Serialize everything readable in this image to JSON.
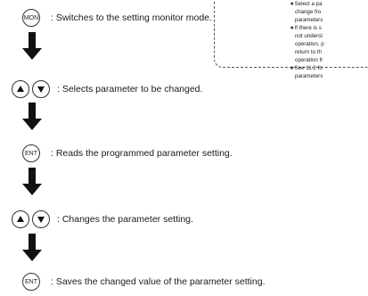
{
  "keys": {
    "mon": "MON",
    "ent_read": "ENT",
    "ent_save": "ENT"
  },
  "steps": {
    "monitor": ": Switches to the setting monitor mode.",
    "select": ": Selects parameter to be changed.",
    "read": ": Reads the programmed parameter setting.",
    "change": ": Changes the parameter setting.",
    "save": ": Saves the changed value of the parameter setting."
  },
  "notes": [
    "★Select a pa",
    "change fro",
    "parameters",
    "★If there is s",
    "not underst",
    "operation, p",
    "return to th",
    "operation fr",
    "★See 11.2 fo",
    "parameters"
  ]
}
